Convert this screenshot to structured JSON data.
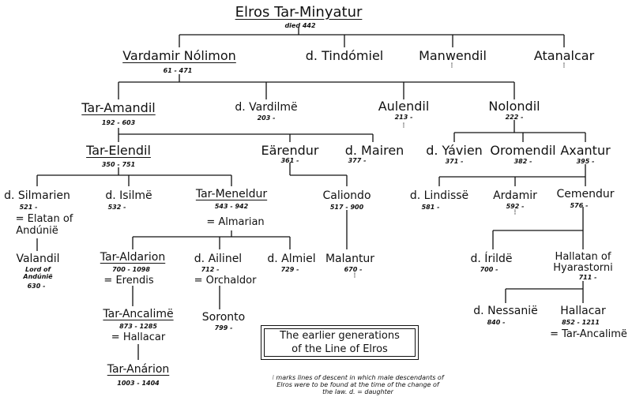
{
  "title": "Elros Tar-Minyatur",
  "title_dates": "died 442",
  "people": {
    "vardamir": {
      "name": "Vardamir Nólimon",
      "dates": "61 - 471"
    },
    "tindomiel": {
      "name": "d. Tindómiel"
    },
    "manwendil": {
      "name": "Manwendil"
    },
    "atanalcar": {
      "name": "Atanalcar"
    },
    "taramandil": {
      "name": "Tar-Amandil",
      "dates": "192 - 603"
    },
    "vardilme": {
      "name": "d. Vardilmë",
      "dates": "203 -"
    },
    "aulendil": {
      "name": "Aulendil",
      "dates": "213 -"
    },
    "nolondil": {
      "name": "Nolondil",
      "dates": "222 -"
    },
    "tarelendil": {
      "name": "Tar-Elendil",
      "dates": "350 - 751"
    },
    "earendur": {
      "name": "Eärendur",
      "dates": "361 -"
    },
    "mairen": {
      "name": "d. Mairen",
      "dates": "377 -"
    },
    "yavien": {
      "name": "d. Yávien",
      "dates": "371 -"
    },
    "oromendil": {
      "name": "Oromendil",
      "dates": "382 -"
    },
    "axantur": {
      "name": "Axantur",
      "dates": "395 -"
    },
    "silmarien": {
      "name": "d. Silmarien",
      "dates": "521 -",
      "spouse": "= Elatan of",
      "spouse2": "Andúnië"
    },
    "isilme": {
      "name": "d. Isilmë",
      "dates": "532 -"
    },
    "tarmeneldur": {
      "name": "Tar-Meneldur",
      "dates": "543 - 942",
      "spouse": "= Almarian"
    },
    "calion": {
      "name": "Caliondo",
      "dates": "517 - 900"
    },
    "lindisse": {
      "name": "d. Lindissë",
      "dates": "581 -"
    },
    "ardamir": {
      "name": "Ardamir",
      "dates": "592 -"
    },
    "cemendur": {
      "name": "Cemendur",
      "dates": "576 -"
    },
    "valandil": {
      "name": "Valandil",
      "subtitle": "Lord of",
      "subtitle2": "Andúnië",
      "dates": "630 -"
    },
    "taraldarion": {
      "name": "Tar-Aldarion",
      "dates": "700 - 1098",
      "spouse": "= Erendis"
    },
    "ailinel": {
      "name": "d. Ailinel",
      "dates": "712 -",
      "spouse": "= Orchaldor"
    },
    "almiel": {
      "name": "d. Almiel",
      "dates": "729 -"
    },
    "malantur": {
      "name": "Malantur",
      "dates": "670 -"
    },
    "irilde": {
      "name": "d. Írildë",
      "dates": "700 -"
    },
    "hallatan": {
      "name": "Hallatan of",
      "name2": "Hyarastorni",
      "dates": "711 -"
    },
    "taraancalime": {
      "name": "Tar-Ancalimë",
      "dates": "873 - 1285",
      "spouse": "= Hallacar"
    },
    "soronto": {
      "name": "Soronto",
      "dates": "799 -"
    },
    "nessanie": {
      "name": "d. Nessanië",
      "dates": "840 -"
    },
    "hallacar": {
      "name": "Hallacar",
      "dates": "852 - 1211",
      "spouse": "= Tar-Ancalimë"
    },
    "taranarion": {
      "name": "Tar-Anárion",
      "dates": "1003 - 1404"
    }
  },
  "box": {
    "line1": "The earlier generations",
    "line2": "of the Line of Elros"
  },
  "footnote": {
    "line1": "⁝ marks lines of descent in which male descendants of",
    "line2": "Elros were to be found at the time of the change of",
    "line3": "the law.   d. = daughter"
  }
}
